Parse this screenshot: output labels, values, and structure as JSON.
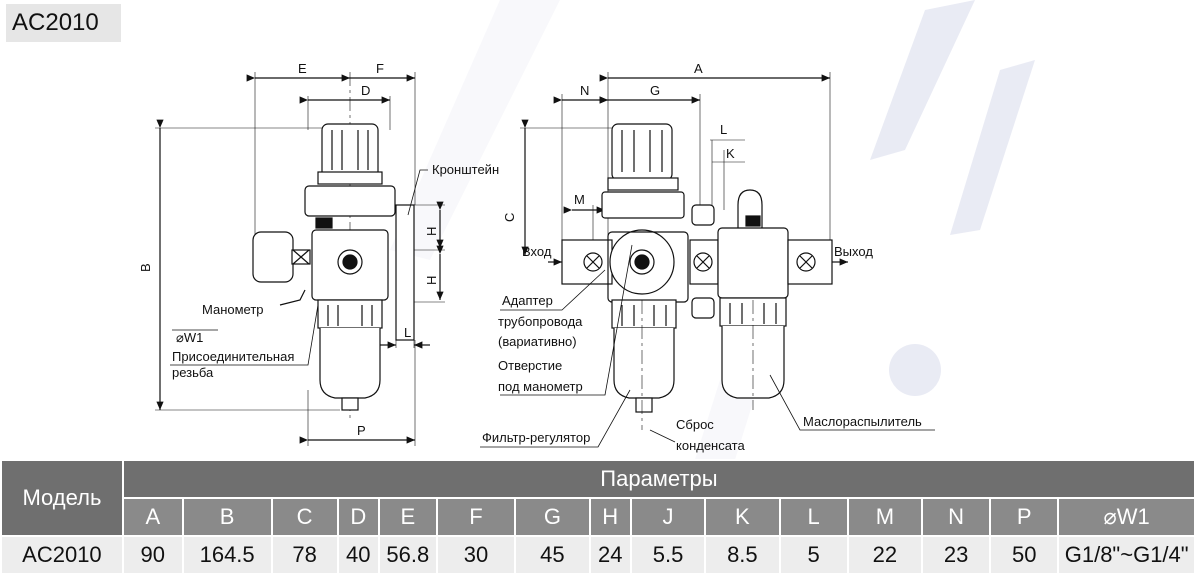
{
  "title": "AC2010",
  "labels": {
    "dim_E": "E",
    "dim_F": "F",
    "dim_D": "D",
    "dim_B": "B",
    "dim_H1": "H",
    "dim_H2": "H",
    "dim_L_left": "L",
    "dim_P": "P",
    "dim_A": "A",
    "dim_N": "N",
    "dim_G": "G",
    "dim_L_right": "L",
    "dim_K": "K",
    "dim_C": "C",
    "dim_M": "M",
    "bracket": "Кронштейн",
    "manometer": "Манометр",
    "w1": "⌀W1",
    "thread_line1": "Присоединительная",
    "thread_line2": "резьба",
    "inlet": "Вход",
    "outlet": "Выход",
    "adapter_line1": "Адаптер",
    "adapter_line2": "трубопровода",
    "adapter_line3": "(вариативно)",
    "port_line1": "Отверстие",
    "port_line2": "под манометр",
    "filter_regulator": "Фильтр-регулятор",
    "drain_line1": "Сброс",
    "drain_line2": "конденсата",
    "lubricator": "Маслораспылитель"
  },
  "table": {
    "model_header": "Модель",
    "params_header": "Параметры",
    "columns": [
      "A",
      "B",
      "C",
      "D",
      "E",
      "F",
      "G",
      "H",
      "J",
      "K",
      "L",
      "M",
      "N",
      "P",
      "⌀W1"
    ],
    "rows": [
      {
        "model": "AC2010",
        "values": [
          "90",
          "164.5",
          "78",
          "40",
          "56.8",
          "30",
          "45",
          "24",
          "5.5",
          "8.5",
          "5",
          "22",
          "23",
          "50",
          "G1/8\"~G1/4\""
        ]
      }
    ]
  }
}
